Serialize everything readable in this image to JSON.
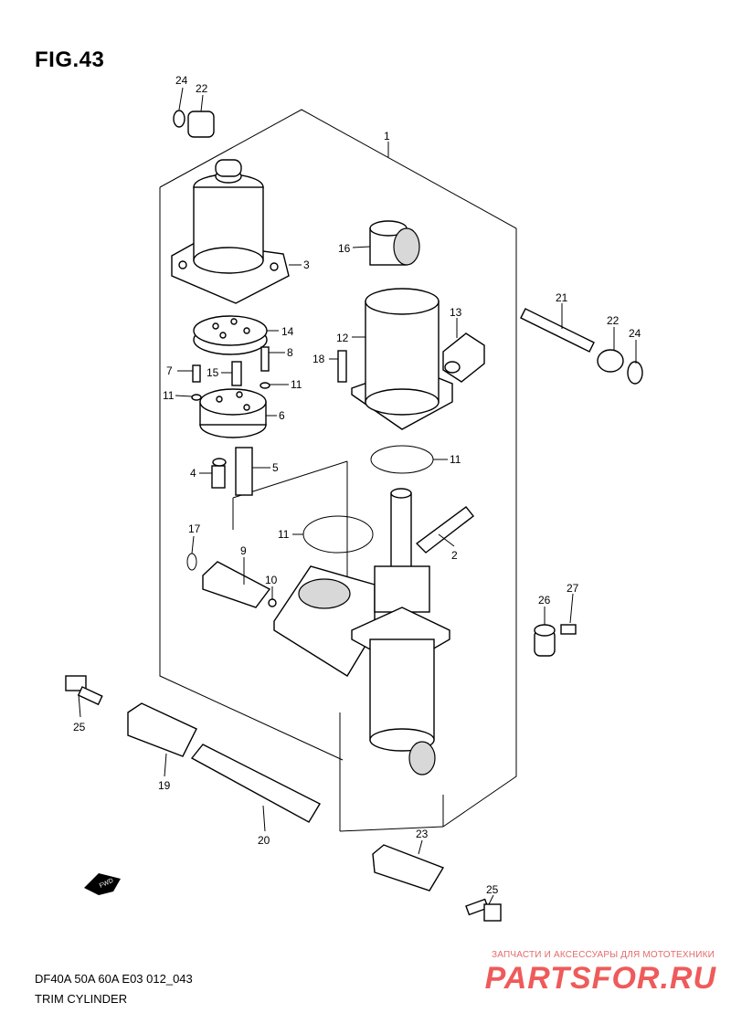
{
  "figure": {
    "title": "FIG.43",
    "model_code": "DF40A  50A  60A  E03 012_043",
    "assembly_name": "TRIM CYLINDER",
    "fwd_label": "FWD"
  },
  "watermark": {
    "tagline": "ЗАПЧАСТИ И АКСЕССУАРЫ ДЛЯ МОТОТЕХНИКИ",
    "logo": "PARTSFOR.RU",
    "color": "#ef5a5a"
  },
  "callouts": [
    "24",
    "22",
    "1",
    "16",
    "3",
    "21",
    "22",
    "24",
    "13",
    "12",
    "14",
    "8",
    "18",
    "7",
    "15",
    "11",
    "11",
    "6",
    "11",
    "4",
    "5",
    "17",
    "11",
    "9",
    "10",
    "2",
    "26",
    "27",
    "25",
    "19",
    "20",
    "23",
    "25"
  ]
}
